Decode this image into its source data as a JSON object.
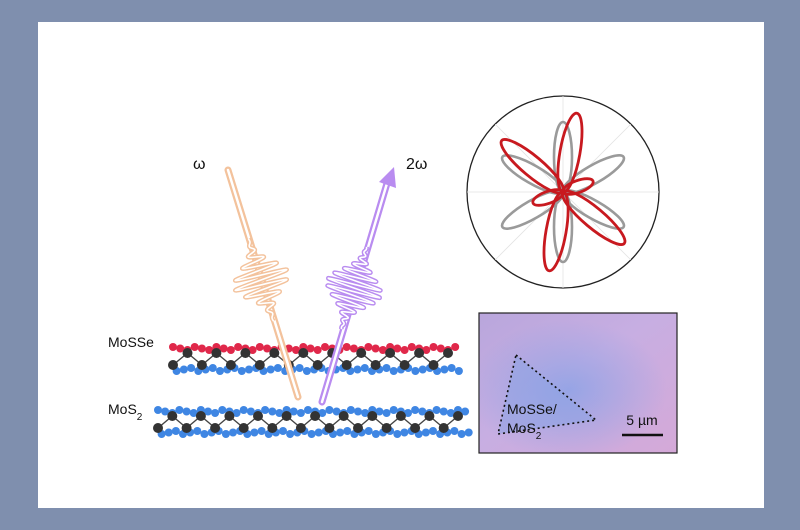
{
  "figure": {
    "beam_in_label": "ω",
    "beam_out_label": "2ω",
    "layer_top_label": "MoSSe",
    "layer_bottom_label_base": "MoS",
    "layer_bottom_label_sub": "2",
    "micrograph_label_line1": "MoSSe/",
    "micrograph_label_line2_base": "MoS",
    "micrograph_label_line2_sub": "2",
    "scale_bar_label": "5 µm"
  },
  "colors": {
    "frame_background": "#7f8fae",
    "panel_background": "#ffffff",
    "pump_beam": "#f3c29c",
    "shg_beam": "#b98cf0",
    "polar_petal_red": "#c8191f",
    "polar_petal_gray": "#9a9a9a",
    "selenium_atoms": "#e0284a",
    "sulfur_atoms": "#3f86e3",
    "molybdenum_atoms": "#333333",
    "micrograph_background": "#c8a9de"
  }
}
